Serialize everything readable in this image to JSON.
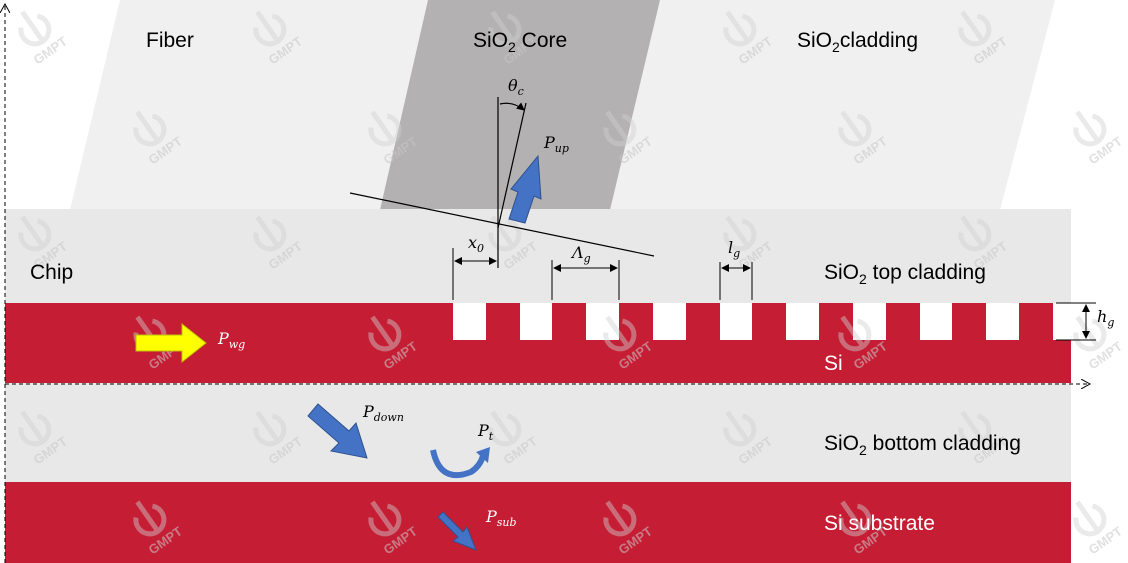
{
  "labels": {
    "fiber": "Fiber",
    "core_main": "SiO",
    "core_sub": "2",
    "core_rest": " Core",
    "cladding_main": "SiO",
    "cladding_sub": "2",
    "cladding_rest": "cladding",
    "chip": "Chip",
    "top_cladding_main": "SiO",
    "top_cladding_sub": "2",
    "top_cladding_rest": " top cladding",
    "si": "Si",
    "bottom_cladding_main": "SiO",
    "bottom_cladding_sub": "2",
    "bottom_cladding_rest": " bottom cladding",
    "substrate": "Si substrate"
  },
  "symbols": {
    "theta": {
      "main": "θ",
      "sub": "c"
    },
    "p_up": {
      "main": "P",
      "sub": "up"
    },
    "x0": {
      "main": "x",
      "sub": "0"
    },
    "lambda_g": {
      "main": "Λ",
      "sub": "g"
    },
    "l_g": {
      "main": "l",
      "sub": "g"
    },
    "h_g": {
      "main": "h",
      "sub": "g"
    },
    "p_wg": {
      "main": "P",
      "sub": "wg"
    },
    "p_down": {
      "main": "P",
      "sub": "down"
    },
    "p_t": {
      "main": "P",
      "sub": "t"
    },
    "p_sub": {
      "main": "P",
      "sub": "sub"
    }
  },
  "watermark": "GMPT",
  "colors": {
    "silicon": "#c51d33",
    "cladding": "#e8e8e8",
    "fiber_cladding": "#f0f0f0",
    "fiber_core": "#b3b1b1",
    "arrow_blue": "#4472c4",
    "arrow_yellow": "#ffff00"
  }
}
